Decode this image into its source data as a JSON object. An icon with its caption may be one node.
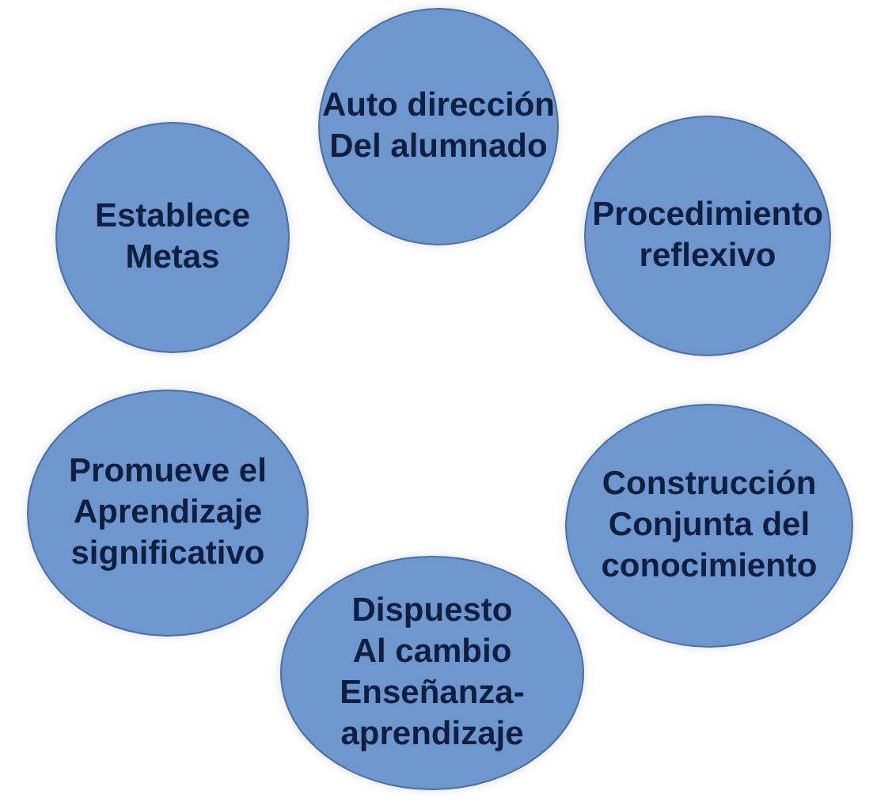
{
  "diagram": {
    "nodes": [
      {
        "text": [
          "Auto dirección Del alumnado"
        ]
      },
      {
        "text": [
          "Establece Metas"
        ]
      },
      {
        "text": [
          "Procedimiento reflexivo"
        ]
      },
      {
        "text": [
          "Promueve el Aprendizaje significativo"
        ]
      },
      {
        "text": [
          "Construcción Conjunta del conocimiento"
        ]
      },
      {
        "text": [
          "Dispuesto Al cambio Enseñanza-aprendizaje"
        ]
      }
    ]
  }
}
